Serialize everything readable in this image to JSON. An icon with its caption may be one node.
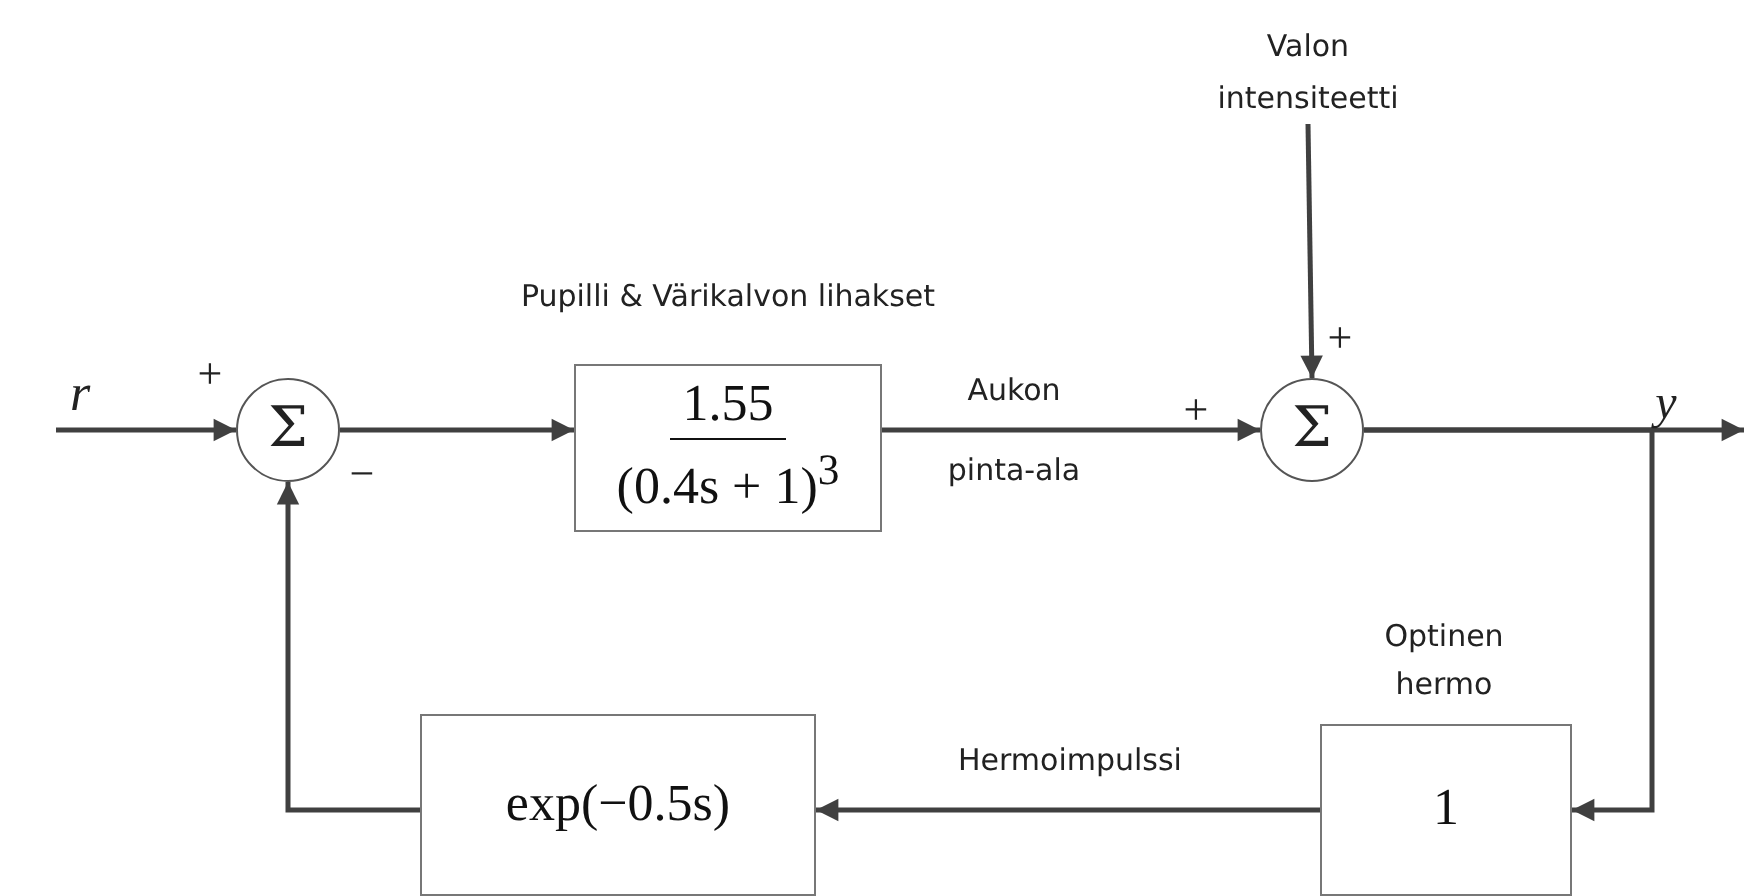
{
  "diagram": {
    "nodes": [
      {
        "text": [
          "Σ"
        ]
      },
      {
        "text": [
          "1.55",
          "(0.4s + 1)$^{3}$"
        ],
        "beside": [
          "Pupilli & Värikalvon lihakset"
        ]
      },
      {
        "text": [
          "Σ"
        ]
      },
      {
        "text": [
          "Valon intensiteetti"
        ]
      },
      {
        "text": [
          "1"
        ],
        "beside": [
          "Optinen hermo"
        ]
      },
      {
        "text": [
          "exp(−0.5s)"
        ]
      }
    ],
    "edges": [
      {
        "from": null,
        "to": 0,
        "arrow": "to",
        "label": "r"
      },
      {
        "from": 0,
        "to": 1,
        "arrow": "to"
      },
      {
        "from": 1,
        "to": 2,
        "arrow": "to",
        "label": "Aukon pinta-ala"
      },
      {
        "from": 2,
        "to": null,
        "arrow": "to",
        "label": "y"
      },
      {
        "from": 2,
        "to": 4,
        "arrow": "to"
      },
      {
        "from": 4,
        "to": 5,
        "arrow": "to",
        "label": "Hermoimpulssi"
      },
      {
        "from": 5,
        "to": 0,
        "arrow": "to"
      },
      {
        "from": 3,
        "to": 2,
        "arrow": "to"
      }
    ],
    "labels": [
      "+",
      "−",
      "+",
      "+"
    ]
  }
}
